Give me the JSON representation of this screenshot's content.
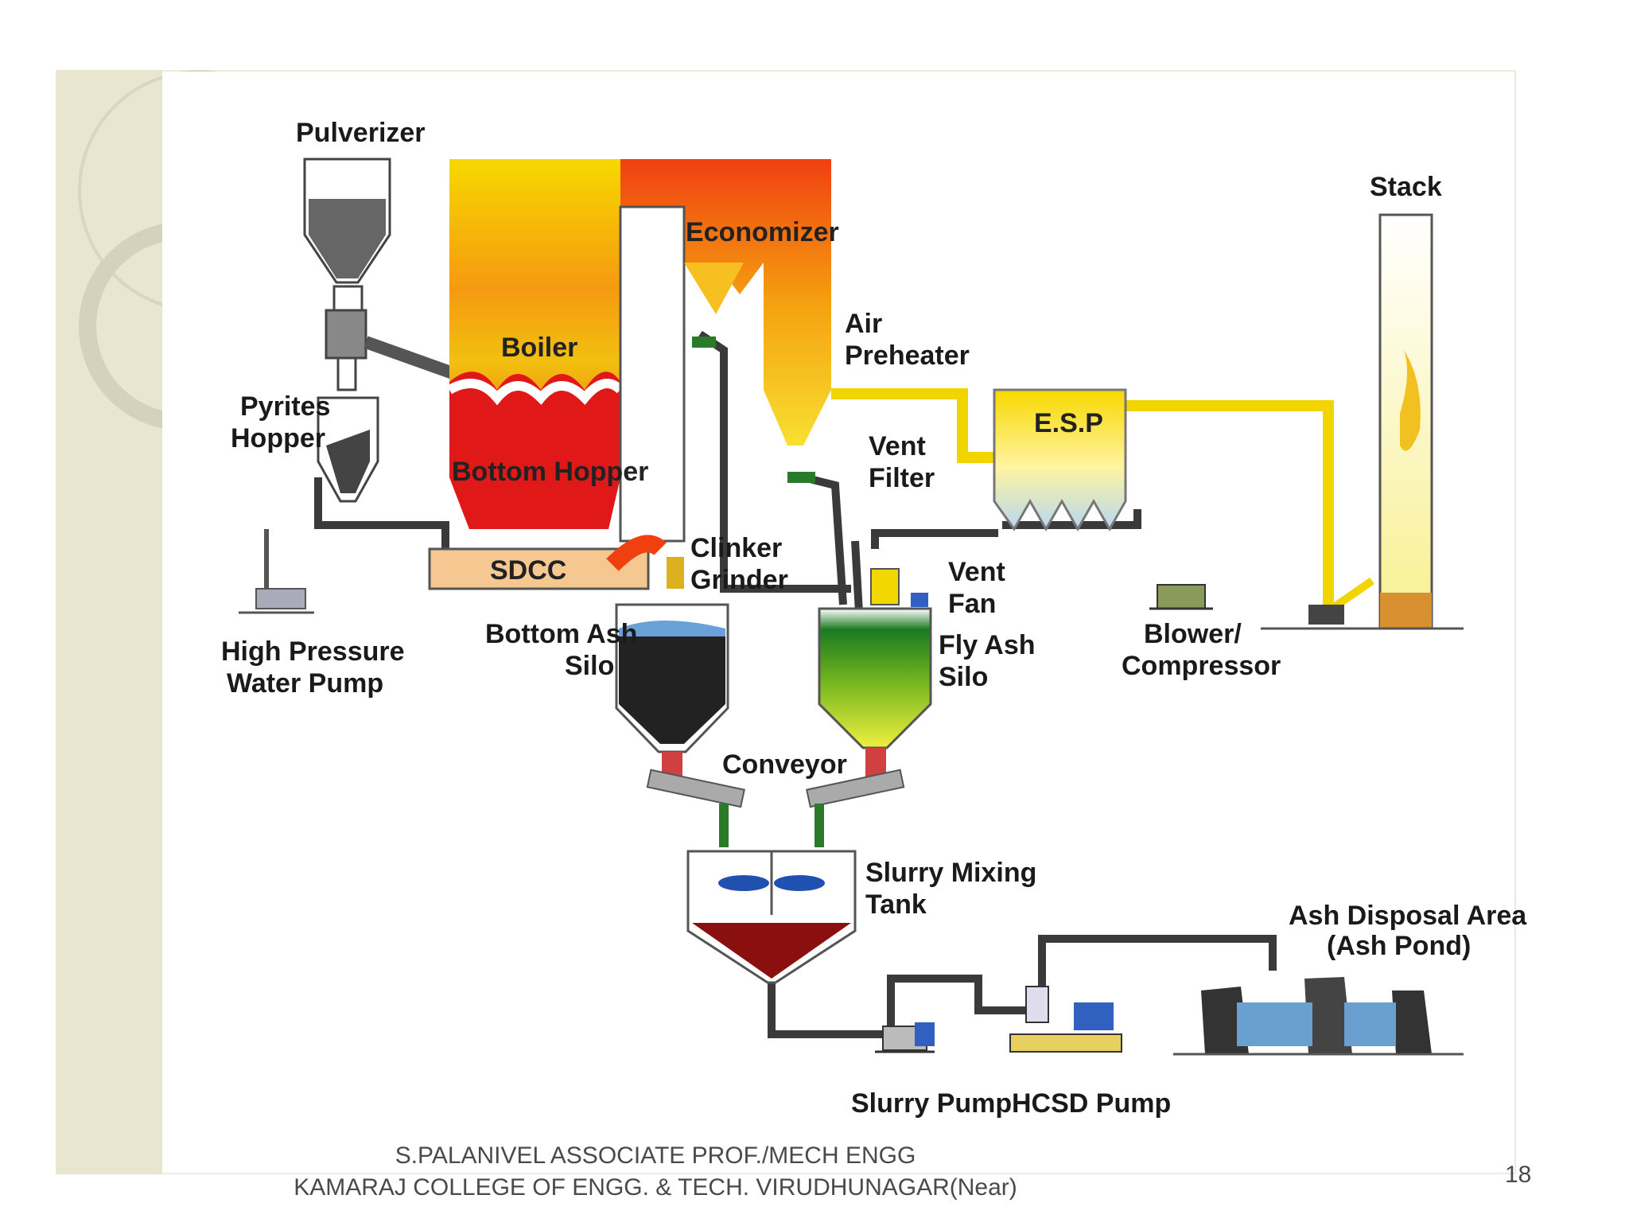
{
  "diagram": {
    "labels": {
      "pulverizer": "Pulverizer",
      "economizer": "Economizer",
      "stack": "Stack",
      "air1": "Air",
      "air2": "Preheater",
      "boiler": "Boiler",
      "pyrites1": "Pyrites",
      "pyrites2": "Hopper",
      "bottom_hopper": "Bottom Hopper",
      "esp": "E.S.P",
      "vent_filter1": "Vent",
      "vent_filter2": "Filter",
      "sdcc": "SDCC",
      "clinker1": "Clinker",
      "clinker2": "Grinder",
      "vent_fan1": "Vent",
      "vent_fan2": "Fan",
      "hpwp1": "High Pressure",
      "hpwp2": "Water Pump",
      "bas1": "Bottom Ash",
      "bas2": "Silo",
      "fas1": "Fly Ash",
      "fas2": "Silo",
      "blower1": "Blower/",
      "blower2": "Compressor",
      "conveyor": "Conveyor",
      "smt1": "Slurry Mixing",
      "smt2": "Tank",
      "ada1": "Ash Disposal Area",
      "ada2": "(Ash Pond)",
      "slurry_pump": "Slurry Pump",
      "hcsd_pump": "HCSD Pump"
    }
  },
  "footer": {
    "line1": "S.PALANIVEL ASSOCIATE PROF./MECH ENGG",
    "line2": "KAMARAJ COLLEGE OF ENGG. & TECH. VIRUDHUNAGAR(Near)"
  },
  "slide_number": "18"
}
